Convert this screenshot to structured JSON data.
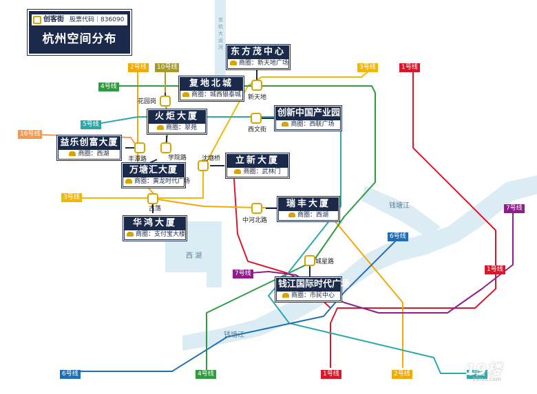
{
  "logo": {
    "brand": "创客街",
    "stock_code": "股票代码｜836090",
    "title": "杭州空间分布"
  },
  "vertical_text": "京杭大运河",
  "water_labels": {
    "west_lake": "西 湖",
    "river_east": "钱塘江",
    "river_south": "钱塘江"
  },
  "buildings": [
    {
      "name": "东方茂中心",
      "district": "商圈：新天地广场"
    },
    {
      "name": "复地北城",
      "district": "商圈：城西银泰城"
    },
    {
      "name": "创新中国产业园",
      "district": "商圈：西联广场"
    },
    {
      "name": "火炬大厦",
      "district": "商圈：翠苑"
    },
    {
      "name": "益乐创富大厦",
      "district": "商圈：西湖"
    },
    {
      "name": "立新大厦",
      "district": "商圈：武林门"
    },
    {
      "name": "万塘汇大厦",
      "district": "商圈：黄龙时代广场"
    },
    {
      "name": "瑞丰大厦",
      "district": "商圈：西湖"
    },
    {
      "name": "华鸿大厦",
      "district": "商圈：支付宝大楼"
    },
    {
      "name": "钱江国际时代广场",
      "district": "商圈：市民中心"
    }
  ],
  "stations": {
    "xintiandi": "新天地",
    "huayuangang": "花园岗",
    "xiwenjie": "西文街",
    "fengtanlu": "丰潭路",
    "xueyuanlu": "学院路",
    "shentangqiao": "沈塘桥",
    "gudang": "古荡",
    "zhonghebeilu": "中河北路",
    "chengxinglu": "城星路"
  },
  "line_tags": {
    "l2_top": "2号线",
    "l10_top": "10号线",
    "l3_top": "3号线",
    "l1_top": "1号线",
    "l4_left": "4号线",
    "l5_left": "5号线",
    "l16_left": "16号线",
    "l3_left": "3号线",
    "l7_right": "7号线",
    "l6_mid": "6号线",
    "l1_right": "1号线",
    "l7_mid": "7号线",
    "l6_bottom": "6号线",
    "l4_bottom": "4号线",
    "l1_bottom": "1号线",
    "l2_bottom": "2号线",
    "l5_bottom": "5号线"
  },
  "line_colors": {
    "line1": "#d7182a",
    "line2": "#f2a900",
    "line3": "#f2b705",
    "line4": "#2e9b3e",
    "line5": "#2aa9a8",
    "line6": "#1e6fb8",
    "line7": "#8e1c8a",
    "line10": "#a89a2a",
    "line16": "#f29b52",
    "navy": "#1b2a4a",
    "water": "#dcecf4",
    "gold": "#d6a500"
  },
  "watermark": {
    "main": "19楼",
    "sub": "19lou.com"
  }
}
